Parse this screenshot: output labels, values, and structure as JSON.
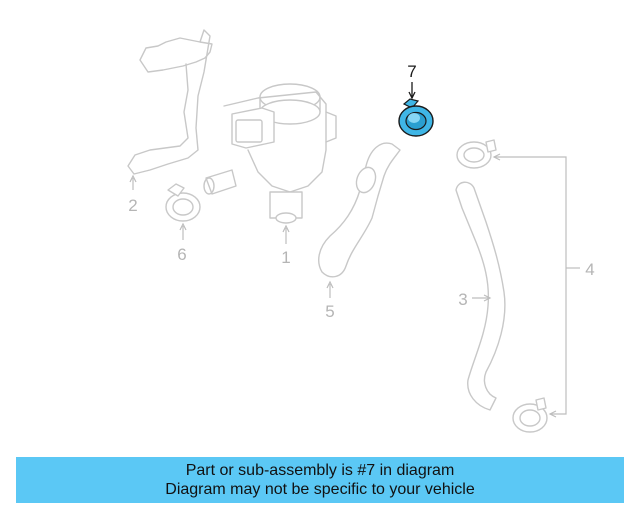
{
  "diagram": {
    "callouts": [
      {
        "number": "1",
        "part": "pump"
      },
      {
        "number": "2",
        "part": "bracket"
      },
      {
        "number": "3",
        "part": "hose"
      },
      {
        "number": "4",
        "part": "hose assembly"
      },
      {
        "number": "5",
        "part": "hose"
      },
      {
        "number": "6",
        "part": "clamp"
      },
      {
        "number": "7",
        "part": "clamp",
        "highlighted": true
      }
    ],
    "highlight_color": "#3fb6e6"
  },
  "banner": {
    "line1": "Part or sub-assembly is #7 in diagram",
    "line2": "Diagram may not be specific to your vehicle",
    "color": "#5bc8f5"
  }
}
